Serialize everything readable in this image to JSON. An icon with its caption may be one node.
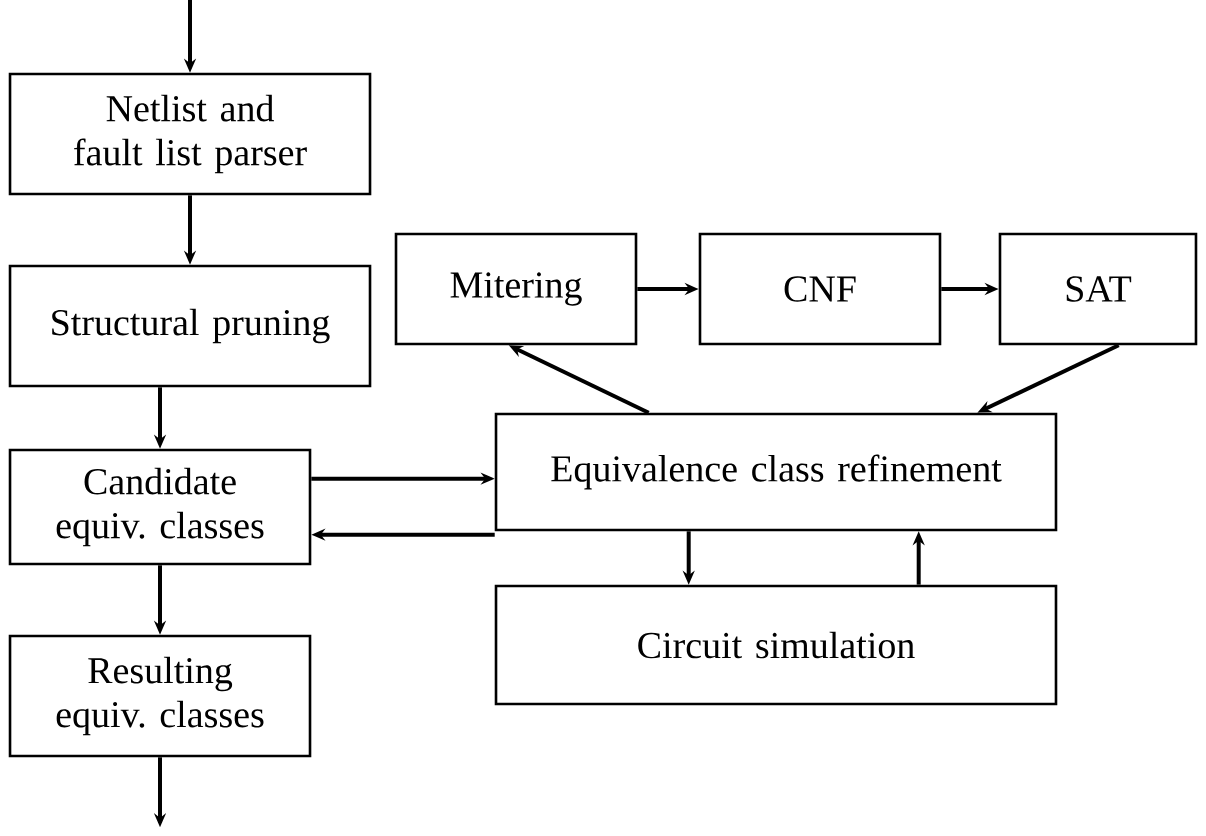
{
  "diagram": {
    "nodes": [
      {
        "text": [
          "Netlist and fault list parser"
        ]
      },
      {
        "text": [
          "Structural pruning"
        ]
      },
      {
        "text": [
          "Candidate equiv. classes"
        ]
      },
      {
        "text": [
          "Resulting equiv. classes"
        ]
      },
      {
        "text": [
          "Mitering"
        ]
      },
      {
        "text": [
          "CNF"
        ]
      },
      {
        "text": [
          "SAT"
        ]
      },
      {
        "text": [
          "Equivalence class refinement"
        ]
      },
      {
        "text": [
          "Circuit simulation"
        ]
      }
    ],
    "edges": [
      {
        "from": null,
        "to": 0,
        "arrow": "to"
      },
      {
        "from": 0,
        "to": 1,
        "arrow": "to"
      },
      {
        "from": 1,
        "to": 2,
        "arrow": "to"
      },
      {
        "from": 2,
        "to": 3,
        "arrow": "to"
      },
      {
        "from": 3,
        "to": null,
        "arrow": "to"
      },
      {
        "from": 2,
        "to": 7,
        "arrow": "to"
      },
      {
        "from": 7,
        "to": 2,
        "arrow": "to"
      },
      {
        "from": 7,
        "to": 4,
        "arrow": "to"
      },
      {
        "from": 4,
        "to": 5,
        "arrow": "to"
      },
      {
        "from": 5,
        "to": 6,
        "arrow": "to"
      },
      {
        "from": 6,
        "to": 7,
        "arrow": "to"
      },
      {
        "from": 7,
        "to": 8,
        "arrow": "to"
      },
      {
        "from": 8,
        "to": 7,
        "arrow": "to"
      }
    ]
  }
}
